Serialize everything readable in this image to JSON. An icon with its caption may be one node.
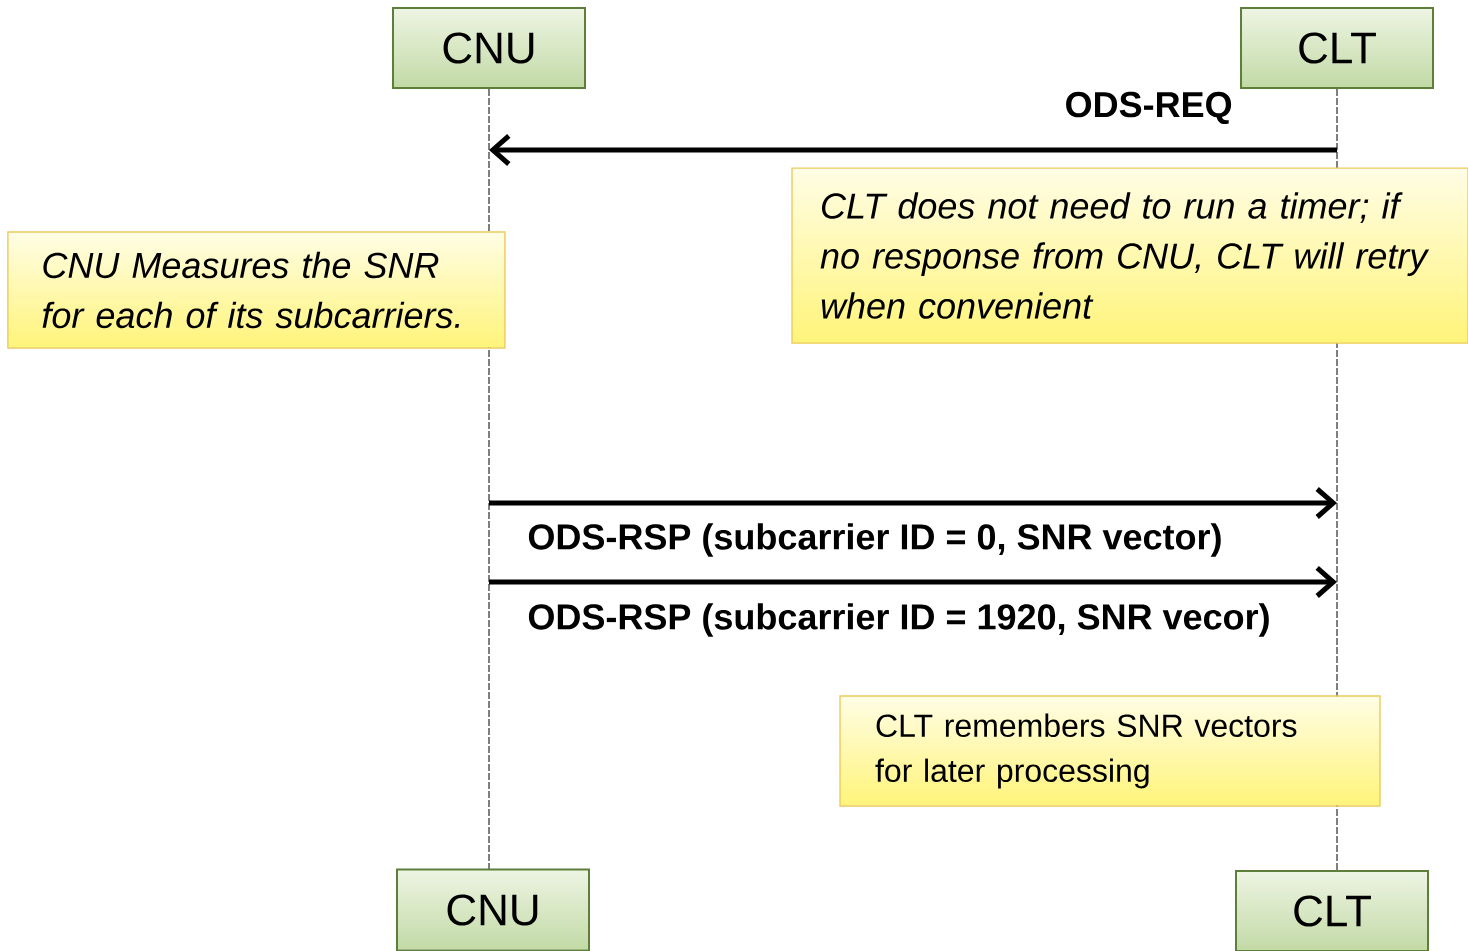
{
  "diagram": {
    "nodes": [
      {
        "text": [
          "CNU"
        ]
      },
      {
        "text": [
          "CLT"
        ]
      },
      {
        "text": [],
        "shape": "line"
      },
      {
        "text": [],
        "shape": "line"
      },
      {
        "text": [
          "CNU Measures the SNR for each of its subcarriers."
        ]
      },
      {
        "text": [
          "CLT does not need to run a timer; if no response from CNU, CLT will retry when convenient"
        ]
      },
      {
        "text": [
          "CLT remembers SNR vectors for later processing"
        ]
      },
      {
        "text": [
          "CNU"
        ]
      },
      {
        "text": [
          "CLT"
        ]
      }
    ],
    "edges": [
      {
        "from": 3,
        "to": 2,
        "arrow": "to",
        "label": "ODS-REQ"
      },
      {
        "from": 2,
        "to": 3,
        "arrow": "to",
        "label": "ODS-RSP (subcarrier ID = 0, SNR vector)"
      },
      {
        "from": 2,
        "to": 3,
        "arrow": "to",
        "label": "ODS-RSP (subcarrier ID = 1920, SNR vecor)"
      }
    ]
  }
}
